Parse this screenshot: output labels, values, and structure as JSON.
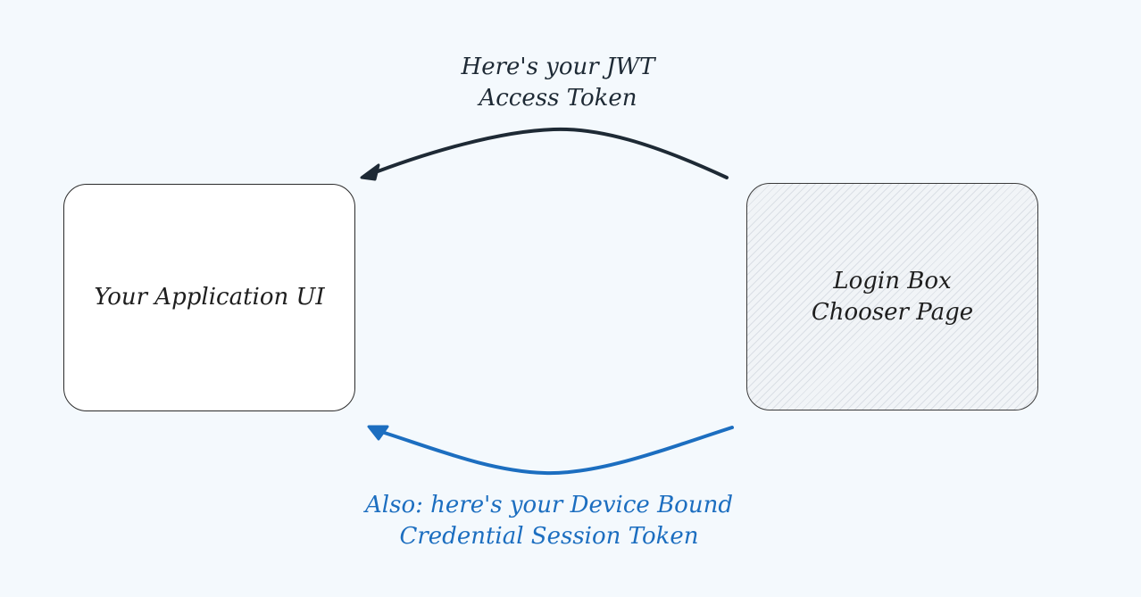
{
  "nodes": {
    "app": {
      "label": "Your Application UI"
    },
    "login": {
      "label_line1": "Login Box",
      "label_line2": "Chooser Page"
    }
  },
  "edges": {
    "jwt": {
      "label_line1": "Here's your JWT",
      "label_line2": "Access Token",
      "color": "#1e2a35"
    },
    "session": {
      "label_line1": "Also: here's your Device Bound",
      "label_line2": "Credential Session Token",
      "color": "#1c6ec0"
    }
  }
}
